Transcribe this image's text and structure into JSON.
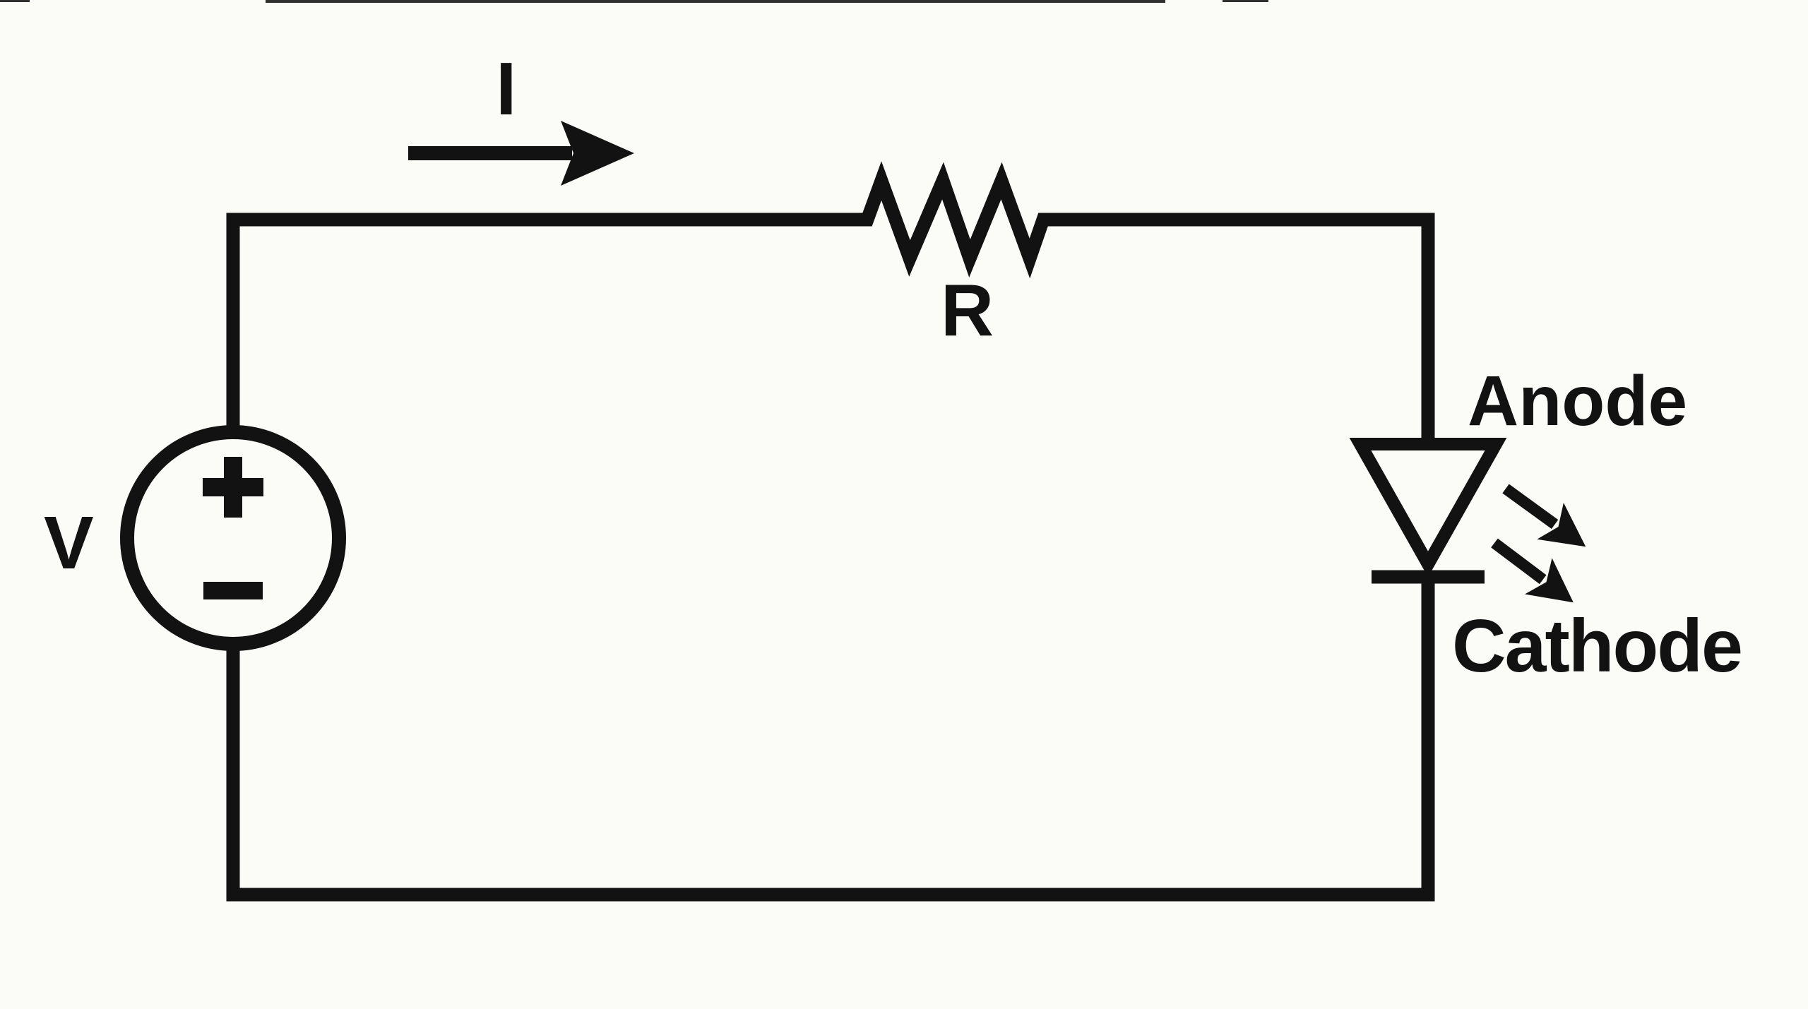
{
  "colors": {
    "ink": "#121212",
    "background": "#fbfbf8"
  },
  "labels": {
    "current": "I",
    "resistor": "R",
    "voltage_source": "V",
    "anode": "Anode",
    "cathode": "Cathode",
    "polarity_plus": "+",
    "polarity_minus": "−"
  },
  "icons": {
    "current_direction": "arrow-right",
    "light_emission": "two-arrows-down-right"
  }
}
